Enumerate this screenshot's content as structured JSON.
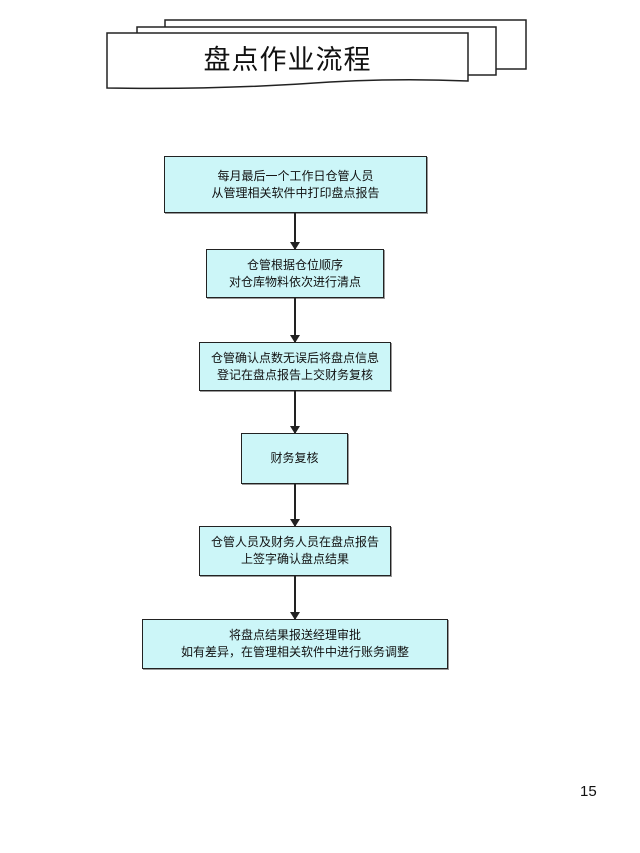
{
  "title": "盘点作业流程",
  "steps": [
    {
      "lines": [
        "每月最后一个工作日仓管人员",
        "从管理相关软件中打印盘点报告"
      ]
    },
    {
      "lines": [
        "仓管根据仓位顺序",
        "对仓库物料依次进行清点"
      ]
    },
    {
      "lines": [
        "仓管确认点数无误后将盘点信息",
        "登记在盘点报告上交财务复核"
      ]
    },
    {
      "lines": [
        "财务复核"
      ]
    },
    {
      "lines": [
        "仓管人员及财务人员在盘点报告",
        "上签字确认盘点结果"
      ]
    },
    {
      "lines": [
        "将盘点结果报送经理审批",
        "如有差异，在管理相关软件中进行账务调整"
      ]
    }
  ],
  "page_number": "15"
}
